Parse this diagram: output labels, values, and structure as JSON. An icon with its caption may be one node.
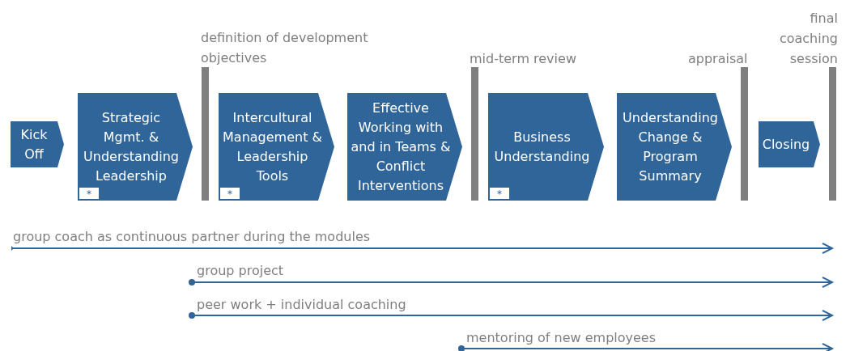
{
  "diagram": {
    "nodes": [
      {
        "text": [
          "Kick Off"
        ]
      },
      {
        "text": [
          "Strategic Mgmt. & Understanding Leadership",
          "*"
        ]
      },
      {
        "text": [
          "Intercultural Management & Leadership Tools",
          "*"
        ]
      },
      {
        "text": [
          "Effective Working with and in Teams & Conflict Interventions"
        ]
      },
      {
        "text": [
          "Business Understanding",
          "*"
        ]
      },
      {
        "text": [
          "Understanding Change & Program Summary"
        ]
      },
      {
        "text": [
          "Closing"
        ]
      }
    ],
    "edges": [],
    "labels": [
      "final coaching session",
      "definition of development objectives",
      "mid-term review",
      "appraisal",
      "group coach as continuous partner during the modules",
      "group project",
      "peer work + individual coaching",
      "mentoring of new employees"
    ]
  }
}
